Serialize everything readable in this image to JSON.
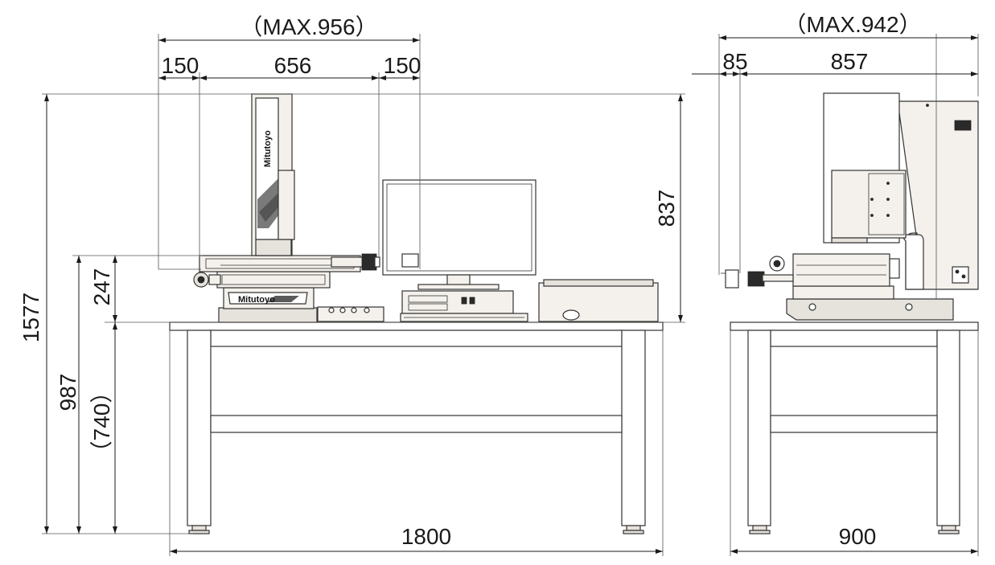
{
  "front_view": {
    "max_width": "（MAX.956）",
    "width_left": "150",
    "width_center": "656",
    "width_right": "150",
    "height_upper": "837",
    "height_total": "1577",
    "height_table": "987",
    "height_table_alt": "（740）",
    "height_stage": "247",
    "table_width": "1800",
    "brand_text": "Mitutoyo"
  },
  "side_view": {
    "max_depth": "（MAX.942）",
    "depth_left": "85",
    "depth_main": "857",
    "table_depth": "900"
  }
}
